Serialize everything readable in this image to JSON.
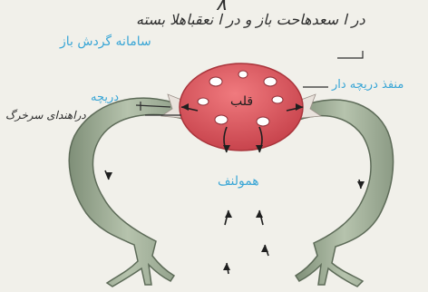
{
  "diagram": {
    "handwritten_top": "در ا سعدهاحت باز و در ا نعقباهلا بسته",
    "handwritten_left": "دراهندای سرخرگ",
    "handwritten_digit": "٨",
    "labels": {
      "open_system": "سامانه گردش باز",
      "ostium": "منفذ دریچه دار",
      "valve": "دریچه",
      "heart": "قلب",
      "hemolymph": "همولنف"
    },
    "colors": {
      "heart_fill": "#e15a62",
      "vessel_fill": "#9fae96",
      "vessel_stroke": "#5d6b58",
      "label_blue": "#3aa6d6",
      "background": "#f1f0ea"
    }
  }
}
